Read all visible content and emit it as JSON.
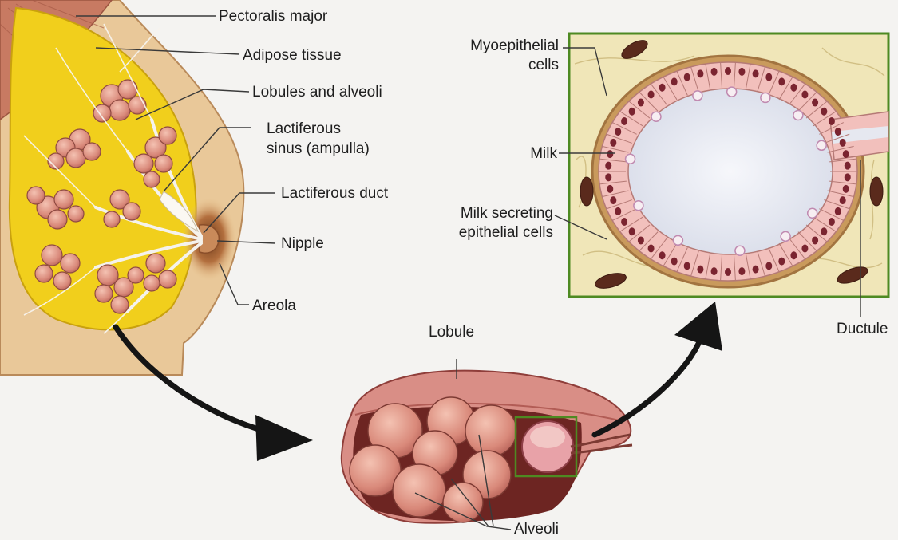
{
  "labels": {
    "pectoralis_major": "Pectoralis major",
    "adipose_tissue": "Adipose tissue",
    "lobules_alveoli": "Lobules and alveoli",
    "lactiferous_sinus_line1": "Lactiferous",
    "lactiferous_sinus_line2": "sinus (ampulla)",
    "lactiferous_duct": "Lactiferous duct",
    "nipple": "Nipple",
    "areola": "Areola",
    "lobule": "Lobule",
    "alveoli": "Alveoli",
    "myoepithelial_line1": "Myoepithelial",
    "myoepithelial_line2": "cells",
    "milk": "Milk",
    "milk_secreting_line1": "Milk secreting",
    "milk_secreting_line2": "epithelial cells",
    "ductule": "Ductule"
  },
  "colors": {
    "background": "#f4f3f1",
    "adipose": "#f1cf1c",
    "skin": "#e7c08a",
    "lobule_pink": "#d98e86",
    "alveolus_light": "#f0b4a4",
    "epithelial_cell": "#f2c0bc",
    "nucleus": "#7a2430",
    "inset_border": "#4e8a22",
    "stroma": "#f0e6b8",
    "lumen": "#e9ecf4",
    "arrow": "#151515",
    "label_text": "#1e1e1e",
    "leader_line": "#3a3a3a"
  }
}
